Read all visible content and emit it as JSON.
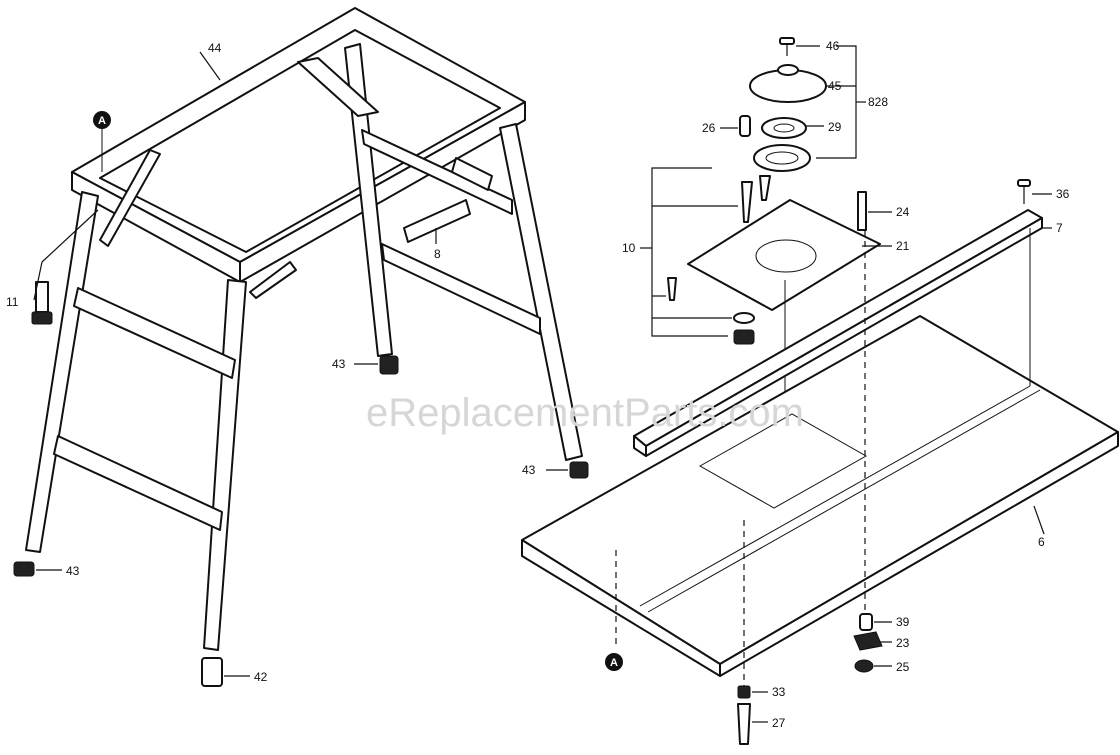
{
  "watermark": "eReplacementParts.com",
  "markers": {
    "a_top": "A",
    "a_bottom": "A"
  },
  "labels": {
    "p44": "44",
    "p11": "11",
    "p8": "8",
    "p43a": "43",
    "p43b": "43",
    "p43c": "43",
    "p42": "42",
    "p46": "46",
    "p45": "45",
    "p828": "828",
    "p26": "26",
    "p29": "29",
    "p10": "10",
    "p24": "24",
    "p21": "21",
    "p36": "36",
    "p7": "7",
    "p6": "6",
    "p39": "39",
    "p23": "23",
    "p25": "25",
    "p33": "33",
    "p27": "27"
  }
}
